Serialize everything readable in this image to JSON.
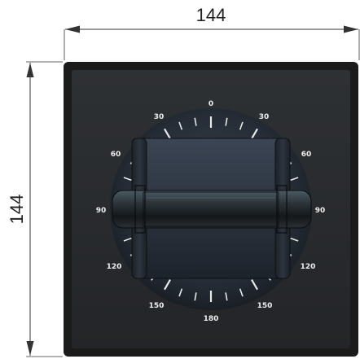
{
  "dimensions": {
    "width": "144",
    "height": "144"
  },
  "dial": {
    "labels": {
      "top": "0",
      "top_left_30": "30",
      "top_right_30": "30",
      "left_60": "60",
      "right_60": "60",
      "left_90": "90",
      "right_90": "90",
      "left_120": "120",
      "right_120": "120",
      "bottom_left_150": "150",
      "bottom_right_150": "150",
      "bottom": "180"
    }
  },
  "colors": {
    "panel_frame": "#1b1b1b",
    "panel_face": "#2b2e31",
    "knob_body": "#2f3742",
    "tick": "#e8e8e8"
  }
}
